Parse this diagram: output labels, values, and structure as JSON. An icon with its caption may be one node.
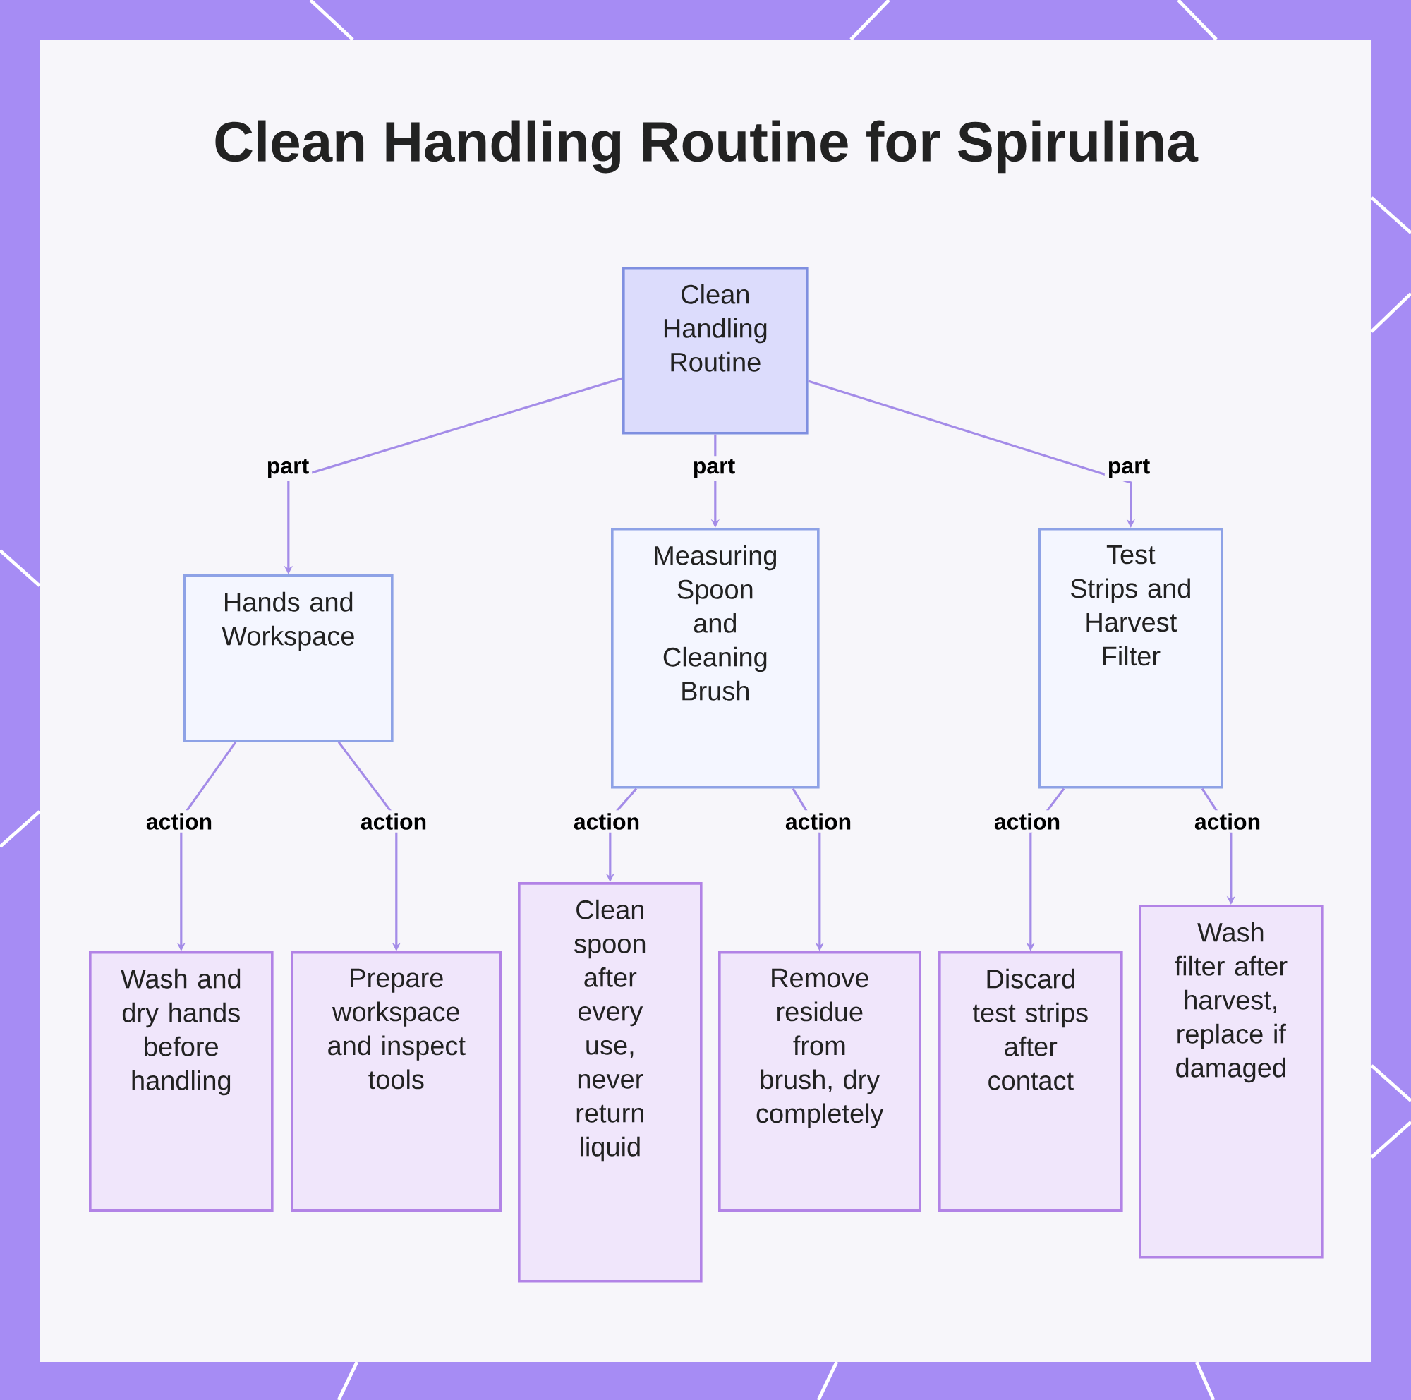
{
  "diagram": {
    "title": "Clean Handling Routine for Spirulina",
    "nodes": [
      {
        "text": [
          "Clean Handling Routine"
        ]
      },
      {
        "text": [
          "Hands and Workspace"
        ]
      },
      {
        "text": [
          "Measuring Spoon and Cleaning Brush"
        ]
      },
      {
        "text": [
          "Test Strips and Harvest Filter"
        ]
      },
      {
        "text": [
          "Wash and dry hands before handling"
        ]
      },
      {
        "text": [
          "Prepare workspace and inspect tools"
        ]
      },
      {
        "text": [
          "Clean spoon after every use, never return liquid"
        ]
      },
      {
        "text": [
          "Remove residue from brush, dry completely"
        ]
      },
      {
        "text": [
          "Discard test strips after contact"
        ]
      },
      {
        "text": [
          "Wash filter after harvest, replace if damaged"
        ]
      }
    ],
    "edges": [
      {
        "from": 0,
        "to": 1,
        "label": "part",
        "arrow": "to"
      },
      {
        "from": 0,
        "to": 2,
        "label": "part",
        "arrow": "to"
      },
      {
        "from": 0,
        "to": 3,
        "label": "part",
        "arrow": "to"
      },
      {
        "from": 1,
        "to": 4,
        "label": "action",
        "arrow": "to"
      },
      {
        "from": 1,
        "to": 5,
        "label": "action",
        "arrow": "to"
      },
      {
        "from": 2,
        "to": 6,
        "label": "action",
        "arrow": "to"
      },
      {
        "from": 2,
        "to": 7,
        "label": "action",
        "arrow": "to"
      },
      {
        "from": 3,
        "to": 8,
        "label": "action",
        "arrow": "to"
      },
      {
        "from": 3,
        "to": 9,
        "label": "action",
        "arrow": "to"
      }
    ]
  }
}
